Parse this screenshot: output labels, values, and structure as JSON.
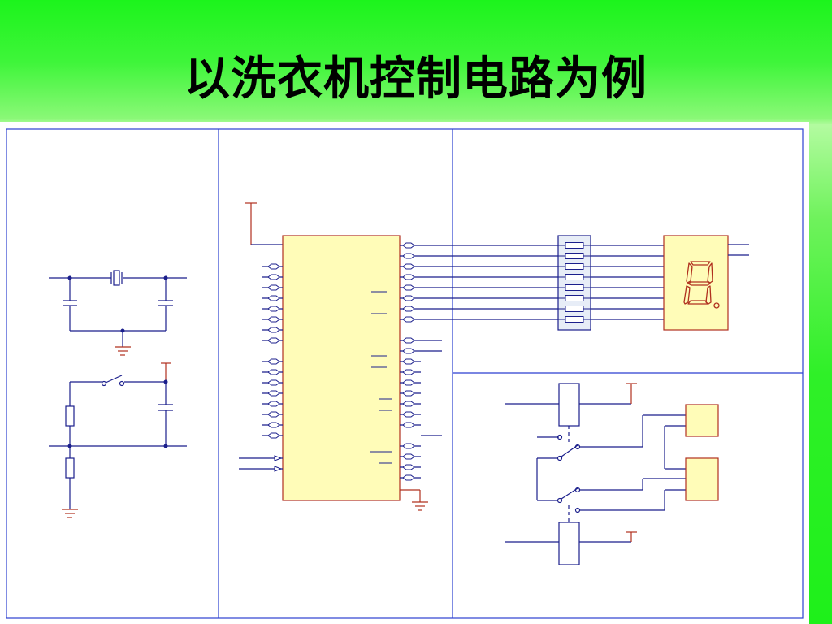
{
  "slide": {
    "title": "以洗衣机控制电路为例"
  },
  "colors": {
    "background": "#22f01e",
    "panel": "#ffffff",
    "panel_border": "#2b3fd0",
    "wire": "#1b1f8c",
    "chip_fill": "#fffcb8",
    "chip_border": "#b0301e",
    "power": "#b0301e",
    "resistor_network_fill": "#e7edf7"
  },
  "diagram": {
    "panels": [
      "clock-reset-panel",
      "microcontroller-panel",
      "display-panel",
      "motor-relay-panel"
    ],
    "components": {
      "crystal": "crystal-oscillator",
      "capacitors": 3,
      "resistors": 2,
      "reset_switch": "push-button",
      "microcontroller": "ic-chip",
      "resistor_network_rows": 8,
      "seven_segment_display": "7-segment-led",
      "relays": 2,
      "relay_contacts": 2,
      "motor_blocks": 2
    }
  }
}
